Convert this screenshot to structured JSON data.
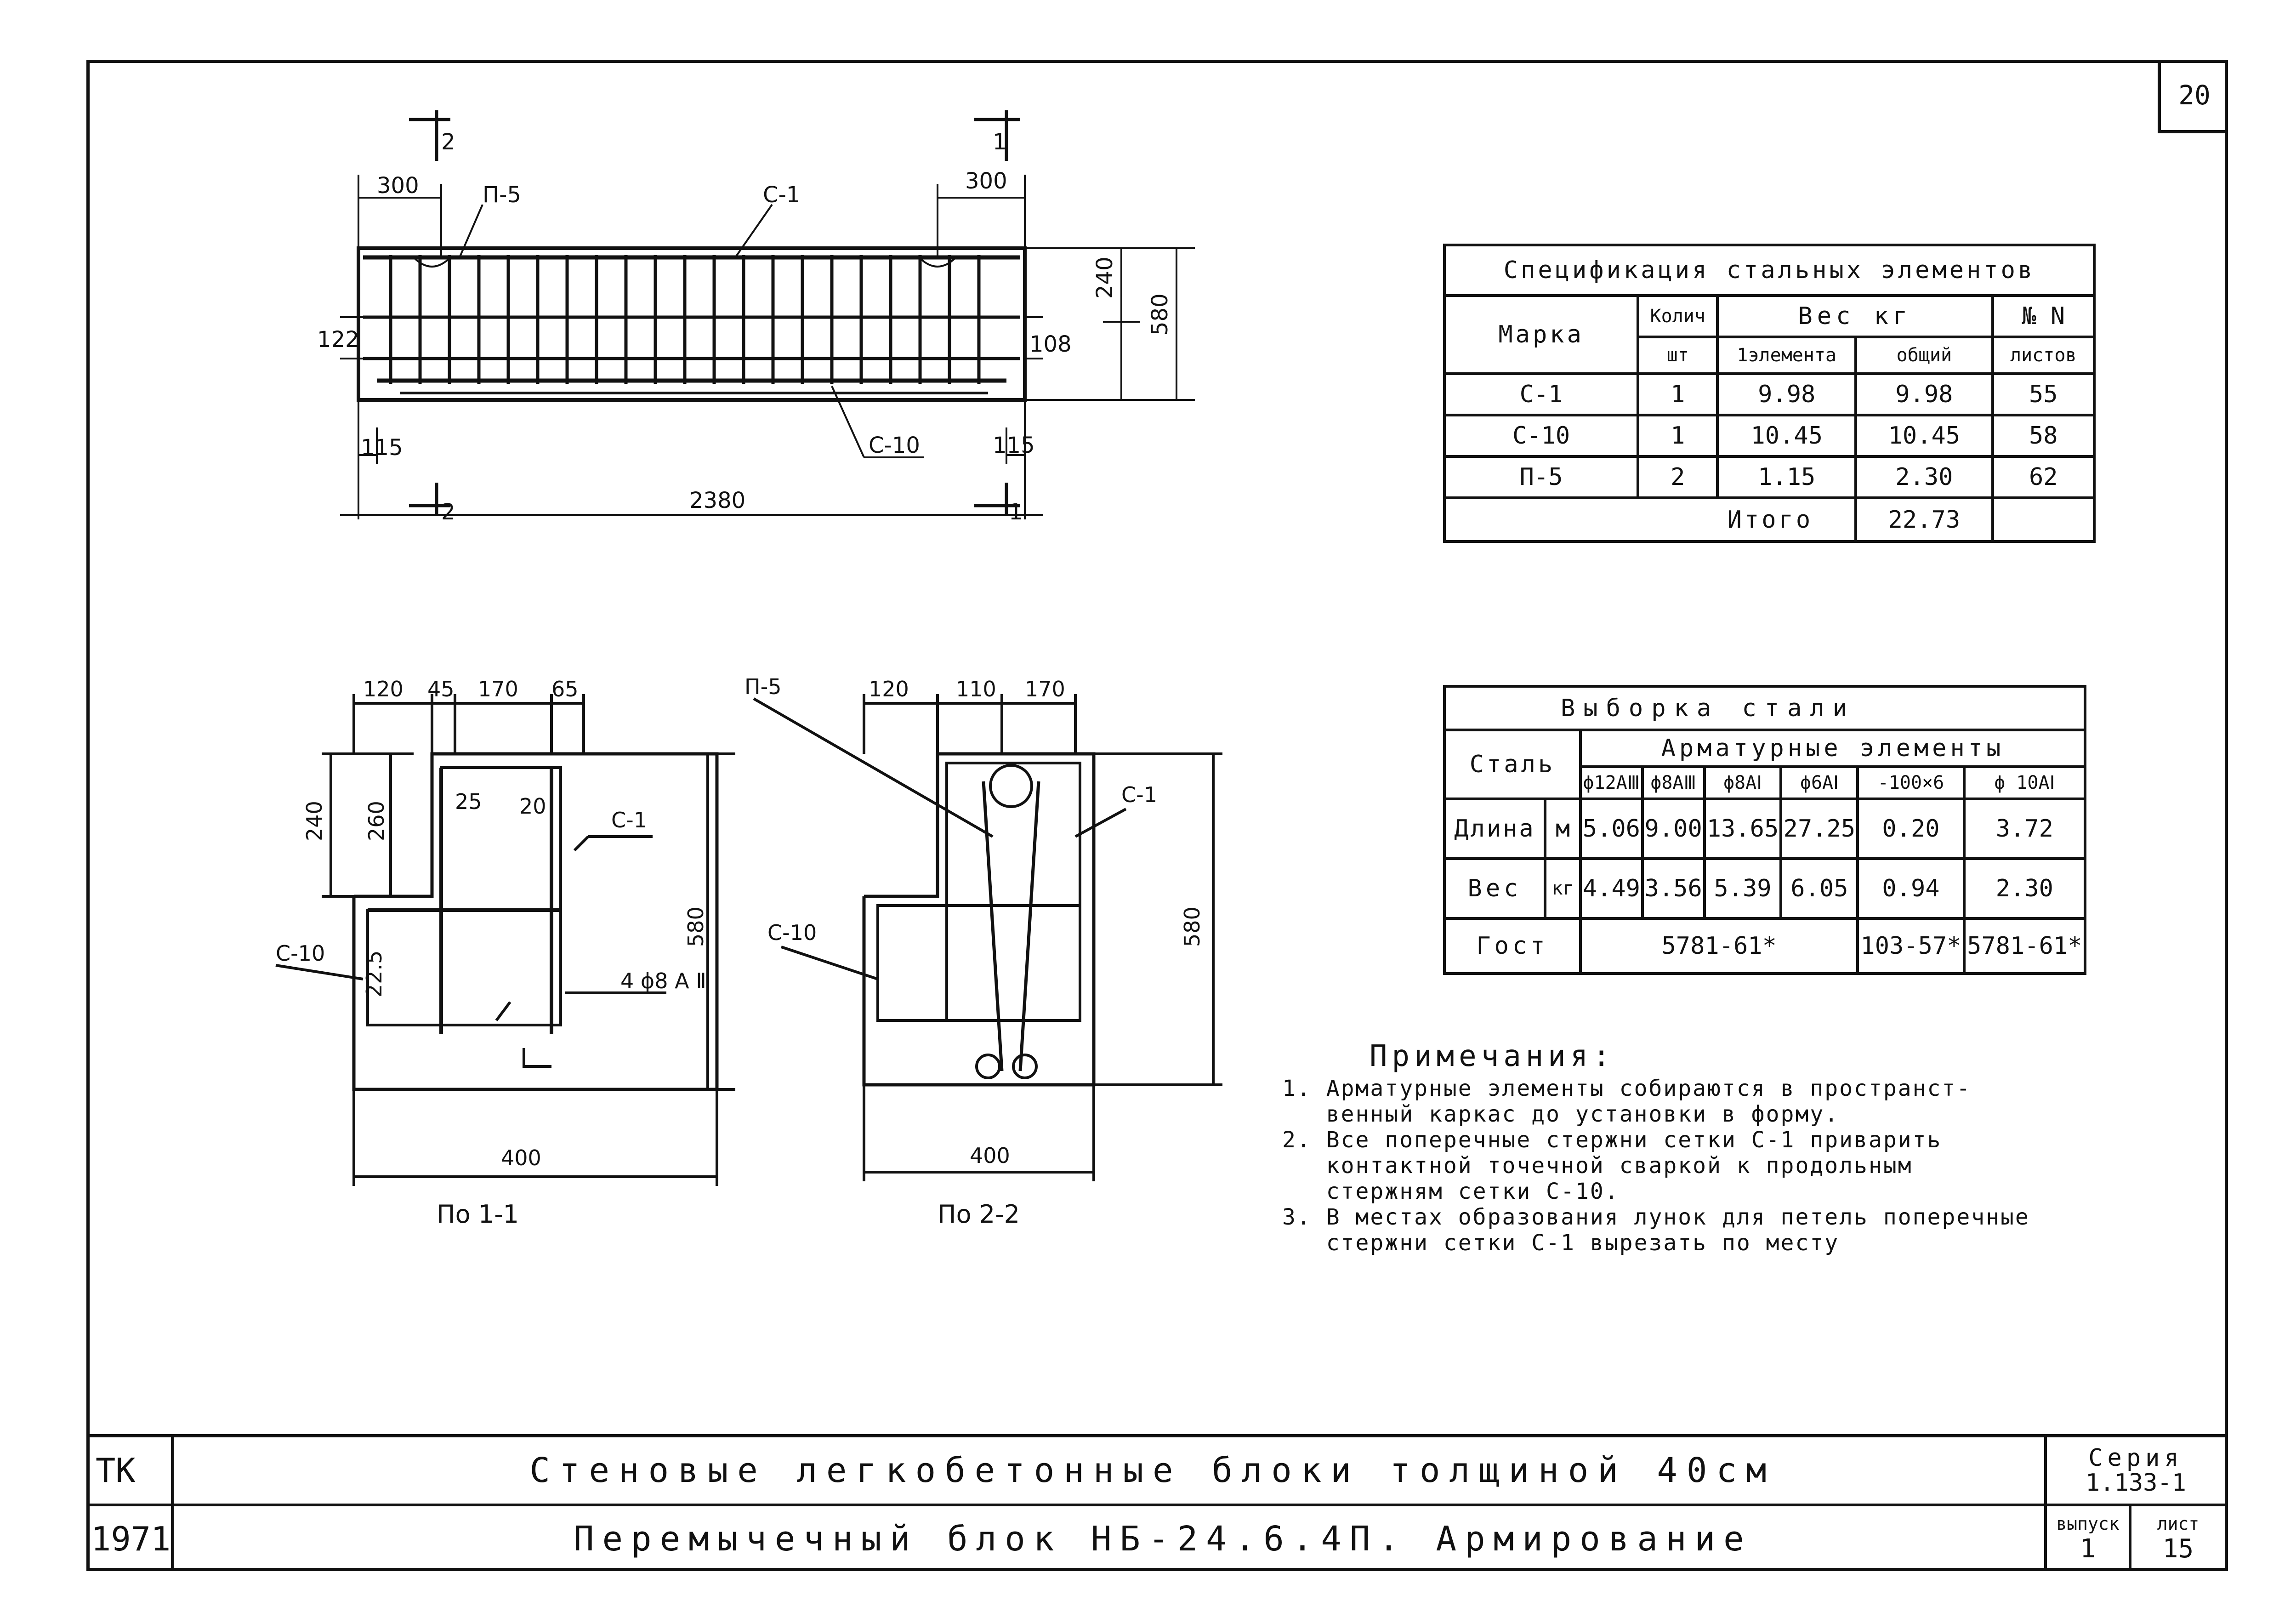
{
  "page_number": "20",
  "drawing": {
    "elevation": {
      "section_mark_1": "1",
      "section_mark_2": "2",
      "dim_left_300": "300",
      "dim_right_300": "300",
      "label_p5": "П-5",
      "label_c1": "С-1",
      "label_c10": "С-10",
      "dim_240": "240",
      "dim_580": "580",
      "dim_122": "122",
      "dim_108": "108",
      "dim_115_left": "115",
      "dim_115_right": "115",
      "dim_total": "2380"
    },
    "section_1_1": {
      "dims_top": [
        "120",
        "45",
        "170",
        "65"
      ],
      "dim_240": "240",
      "dim_260": "260",
      "dim_25": "25",
      "dim_20": "20",
      "dim_22_5": "22.5",
      "dim_580": "580",
      "dim_400": "400",
      "label_c1": "С-1",
      "label_c10": "С-10",
      "label_rebar": "4 ϕ8 А Ⅲ",
      "caption": "По 1-1"
    },
    "section_2_2": {
      "dims_top": [
        "120",
        "110",
        "170"
      ],
      "dim_580": "580",
      "dim_400": "400",
      "label_p5": "П-5",
      "label_c1": "С-1",
      "label_c10": "С-10",
      "caption": "По 2-2"
    }
  },
  "spec_table": {
    "title": "Спецификация стальных элементов",
    "headers": {
      "marka": "Марка",
      "qty": "Колич",
      "qty_unit": "шт",
      "weight": "Вес кг",
      "weight_one": "1элемента",
      "weight_total": "общий",
      "sheet": "№ N",
      "sheet_unit": "листов"
    },
    "rows": [
      {
        "marka": "С-1",
        "qty": "1",
        "one": "9.98",
        "total": "9.98",
        "sheet": "55"
      },
      {
        "marka": "С-10",
        "qty": "1",
        "one": "10.45",
        "total": "10.45",
        "sheet": "58"
      },
      {
        "marka": "П-5",
        "qty": "2",
        "one": "1.15",
        "total": "2.30",
        "sheet": "62"
      }
    ],
    "total_label": "Итого",
    "total_value": "22.73"
  },
  "steel_table": {
    "title": "Выборка стали",
    "steel_label": "Сталь",
    "group_label": "Арматурные элементы",
    "columns": [
      "ϕ12АⅢ",
      "ϕ8АⅢ",
      "ϕ8АⅠ",
      "ϕ6АⅠ",
      "-100×6",
      "ϕ 10АⅠ"
    ],
    "length_label": "Длина",
    "length_unit": "м",
    "length_values": [
      "5.06",
      "9.00",
      "13.65",
      "27.25",
      "0.20",
      "3.72"
    ],
    "weight_label": "Вес",
    "weight_unit": "кг",
    "weight_values": [
      "4.49",
      "3.56",
      "5.39",
      "6.05",
      "0.94",
      "2.30"
    ],
    "gost_label": "Гост",
    "gost_a": "5781-61*",
    "gost_b": "103-57*",
    "gost_c": "5781-61*"
  },
  "notes": {
    "heading": "Примечания:",
    "items": [
      "1. Арматурные элементы собираются в пространст-\n   венный каркас до установки в форму.",
      "2. Все поперечные стержни сетки С-1 приварить\n   контактной точечной сваркой к продольным\n   стержням сетки С-10.",
      "3. В местах образования лунок для петель поперечные\n   стержни сетки С-1 вырезать по месту"
    ]
  },
  "title_block": {
    "org": "ТК",
    "year": "1971",
    "title": "Стеновые легкобетонные блоки толщиной 40см",
    "subtitle": "Перемычечный блок НБ-24.6.4П. Армирование",
    "series_label": "Серия",
    "series_value": "1.133-1",
    "issue_label": "выпуск",
    "issue_value": "1",
    "sheet_label": "лист",
    "sheet_value": "15"
  }
}
